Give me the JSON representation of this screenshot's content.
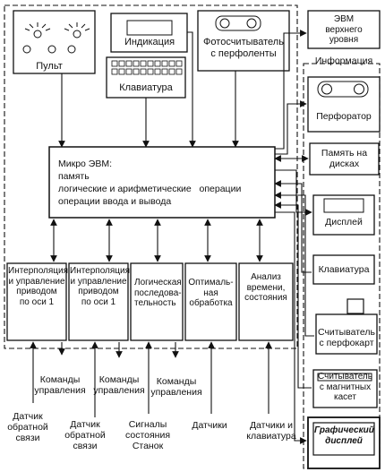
{
  "top_modules": {
    "remote": "Пульт",
    "display": "Индикация",
    "keyboard": "Клавиатура",
    "tape_reader": "Фотосчитыватель\nс перфоленты"
  },
  "center_block": {
    "lines": [
      "Микро ЭВМ:",
      "память",
      "логические и арифметические   операции",
      "операции ввода и вывода"
    ]
  },
  "bottom_modules": [
    "Интерполяция\nи управление\nприводом\nпо оси 1",
    "Интерполяция\nи управление\nприводом\nпо оси 1",
    "Логическая\nпоследова-\nтельность",
    "Оптималь-\nная\nобработка",
    "Анализ\nвремени,\nсостояния"
  ],
  "right_panel": {
    "higher_level": "ЭВМ\nверхнего\nуровня",
    "info_label": "Информация",
    "perforator": "Перфоратор",
    "disk_memory": "Память на\nдисках",
    "display": "Дисплей",
    "keyboard": "Клавиатура",
    "card_reader": "Считыватель\nс перфокарт",
    "tape_cassette_reader": "Считыватель\nс магнитных\nкасет",
    "graphic_display": "Графический\nдисплей"
  },
  "control_labels": [
    "Команды\nуправления",
    "Команды\nуправления",
    "Команды\nуправления"
  ],
  "bottom_labels": [
    "Датчик\nобратной\nсвязи",
    "Датчик\nобратной\nсвязи",
    "Сигналы\nсостояния\nСтанок",
    "Датчики",
    "Датчики и\nклавиатура"
  ]
}
